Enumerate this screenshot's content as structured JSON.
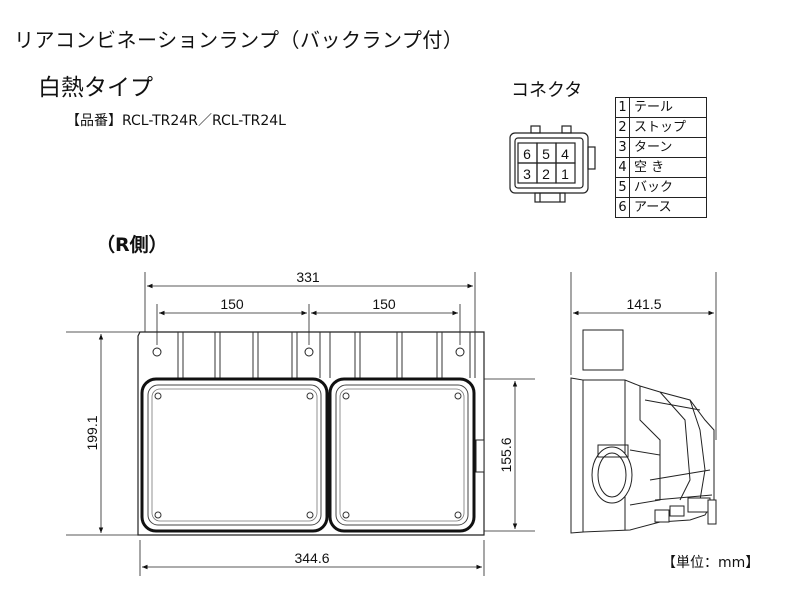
{
  "title": "リアコンビネーションランプ（バックランプ付）",
  "subtitle": "白熱タイプ",
  "part_number": "【品番】RCL-TR24R／RCL-TR24L",
  "connector": {
    "label": "コネクタ",
    "pins_top": [
      "6",
      "5",
      "4"
    ],
    "pins_bottom": [
      "3",
      "2",
      "1"
    ]
  },
  "pin_table": [
    {
      "num": "1",
      "name": "テール"
    },
    {
      "num": "2",
      "name": "ストップ"
    },
    {
      "num": "3",
      "name": "ターン"
    },
    {
      "num": "4",
      "name": "空 き"
    },
    {
      "num": "5",
      "name": "バック"
    },
    {
      "num": "6",
      "name": "アース"
    }
  ],
  "side_label": "（R側）",
  "dimensions": {
    "overall_top": "331",
    "left_span": "150",
    "right_span": "150",
    "height_left": "199.1",
    "height_right": "155.6",
    "overall_bottom": "344.6",
    "side_depth": "141.5"
  },
  "unit": "【単位：mm】"
}
